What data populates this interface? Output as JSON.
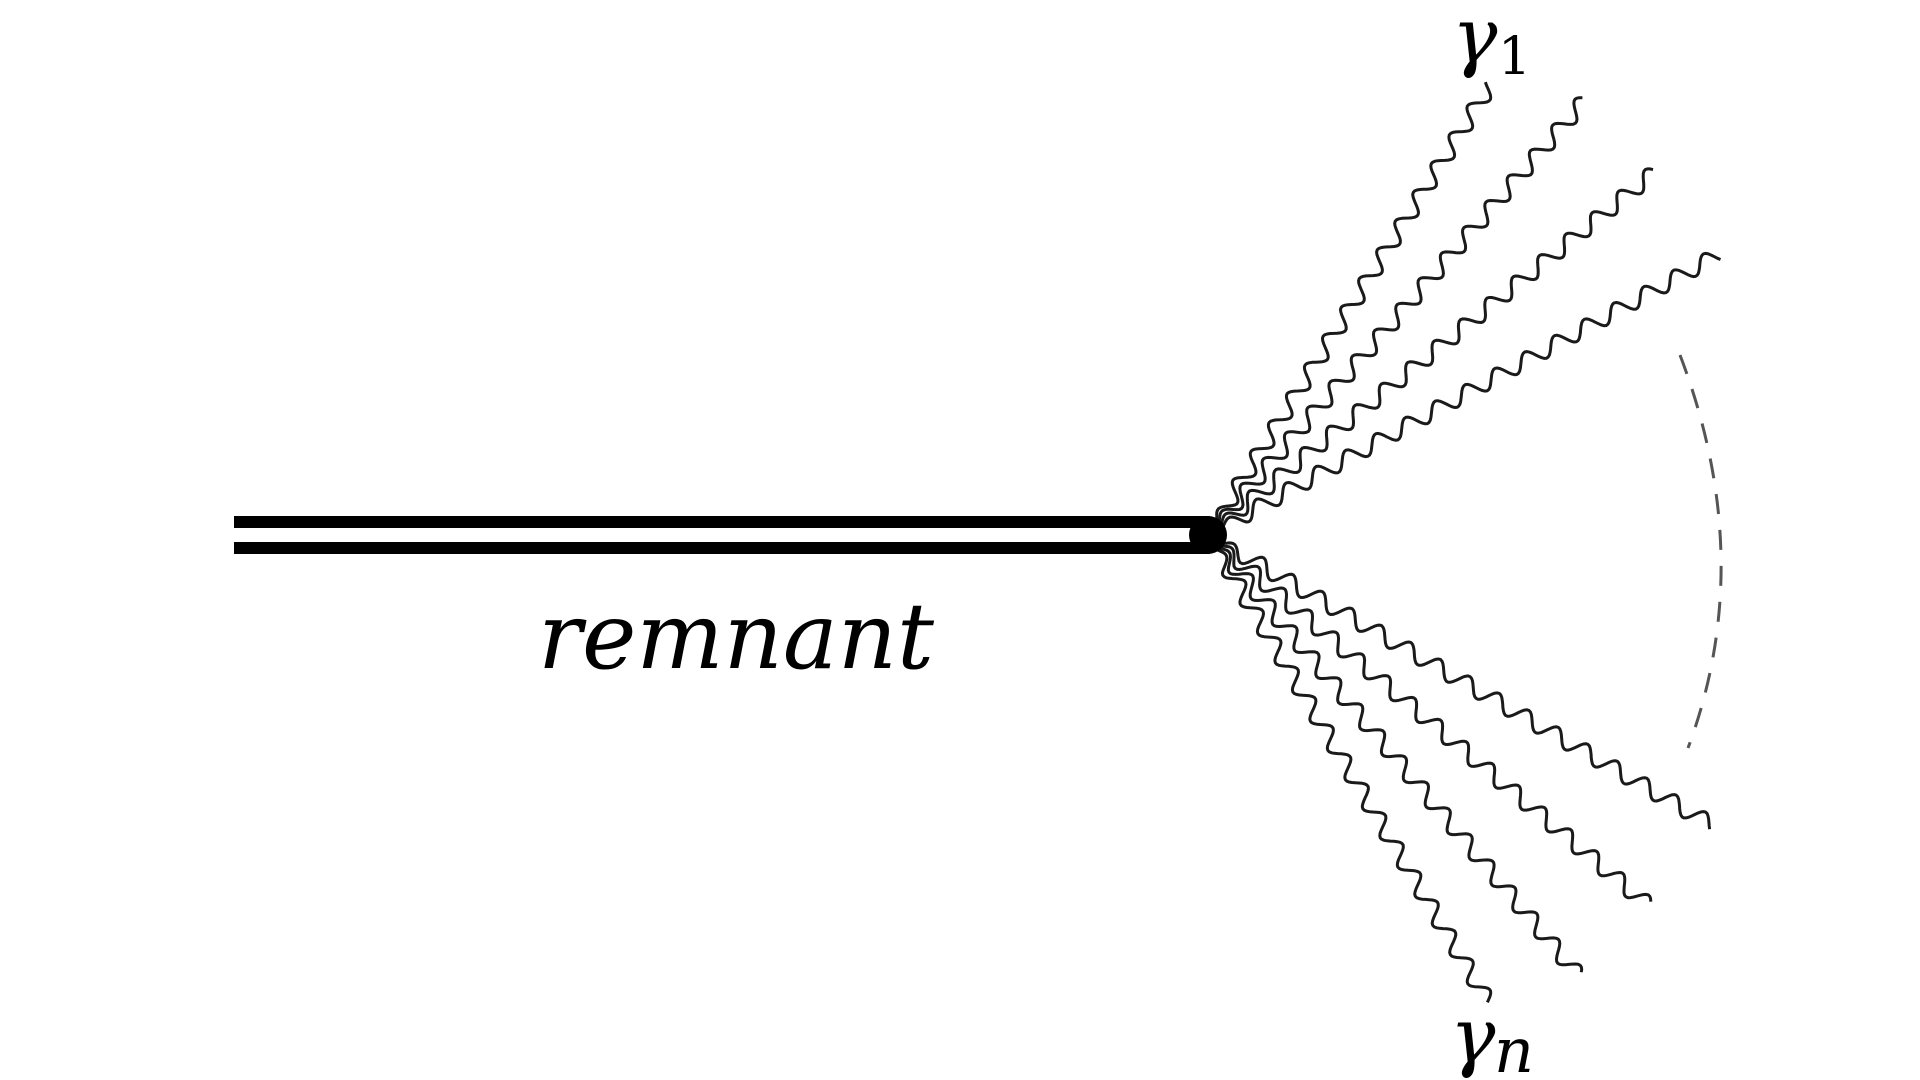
{
  "diagram": {
    "remnant_label": "remnant",
    "photon_symbol": "γ",
    "first_photon_subscript": "1",
    "last_photon_subscript": "n",
    "upper_photon_count": 4,
    "lower_photon_count": 4,
    "colors": {
      "line": "#000000",
      "photon": "#1a1a1a",
      "dashed_arc": "#555555",
      "background": "#ffffff"
    }
  }
}
